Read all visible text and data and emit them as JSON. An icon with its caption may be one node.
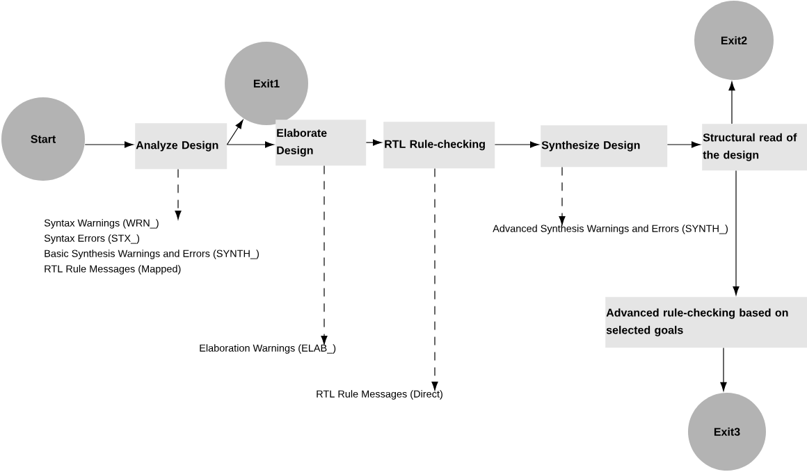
{
  "diagram": {
    "nodes": [
      {
        "text": [
          "Start"
        ]
      },
      {
        "text": [
          "Exit1"
        ]
      },
      {
        "text": [
          "Analyze Design"
        ]
      },
      {
        "text": [
          "Elaborate Design"
        ]
      },
      {
        "text": [
          "RTL Rule-checking"
        ]
      },
      {
        "text": [
          "Synthesize Design"
        ]
      },
      {
        "text": [
          "Structural read of the design"
        ]
      },
      {
        "text": [
          "Exit2"
        ]
      },
      {
        "text": [
          "Advanced rule-checking based on selected goals"
        ]
      },
      {
        "text": [
          "Exit3"
        ]
      },
      {
        "text": [
          "Syntax Warnings (WRN_)",
          "Syntax Errors (STX_)",
          "Basic Synthesis Warnings and Errors (SYNTH_)",
          "RTL Rule Messages (Mapped)"
        ]
      },
      {
        "text": [
          "Elaboration Warnings (ELAB_)"
        ]
      },
      {
        "text": [
          "RTL Rule Messages (Direct)"
        ]
      },
      {
        "text": [
          "Advanced Synthesis Warnings and Errors (SYNTH_)"
        ]
      }
    ],
    "edges": [
      {
        "from": 0,
        "to": 2,
        "arrow": "to"
      },
      {
        "from": 2,
        "to": 1,
        "arrow": "to"
      },
      {
        "from": 2,
        "to": 3,
        "arrow": "to"
      },
      {
        "from": 3,
        "to": 4,
        "arrow": "to"
      },
      {
        "from": 4,
        "to": 5,
        "arrow": "to"
      },
      {
        "from": 5,
        "to": 6,
        "arrow": "to"
      },
      {
        "from": 6,
        "to": 7,
        "arrow": "to"
      },
      {
        "from": 6,
        "to": 8,
        "arrow": "to"
      },
      {
        "from": 8,
        "to": 9,
        "arrow": "to"
      },
      {
        "from": 2,
        "to": 10,
        "arrow": "to",
        "style": "dashed"
      },
      {
        "from": 3,
        "to": 11,
        "arrow": "to",
        "style": "dashed"
      },
      {
        "from": 4,
        "to": 12,
        "arrow": "to",
        "style": "dashed"
      },
      {
        "from": 5,
        "to": 13,
        "arrow": "to",
        "style": "dashed"
      }
    ]
  }
}
